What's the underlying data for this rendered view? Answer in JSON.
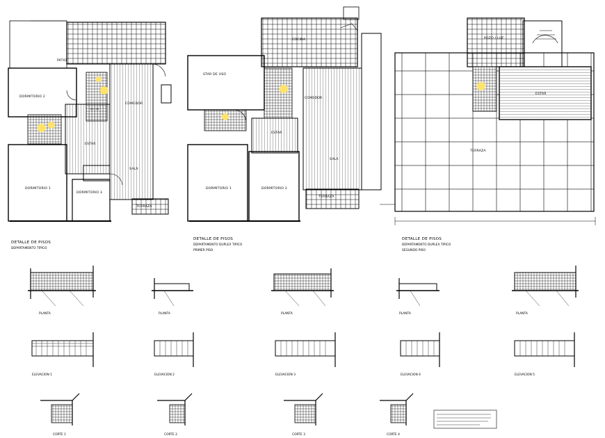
{
  "drawing": {
    "title_1": "DETALLE DE PISOS",
    "subtitle_1": "DEPARTAMENTO TIPICO",
    "title_2": "DETALLE DE PISOS",
    "subtitle_2": "DEPARTAMENTO DUPLEX TIPICO",
    "subtitle_2b": "PRIMER PISO",
    "title_3": "DETALLE DE PISOS",
    "subtitle_3": "DEPARTAMENTO DUPLEX TIPICO",
    "subtitle_3b": "SEGUNDO PISO"
  },
  "plan1": {
    "patio": "PATIO",
    "dormitorio2": "DORMITORIO 2",
    "comedor": "COMEDOR",
    "estar": "ESTAR",
    "sala": "SALA",
    "dormitorio1": "DORMITORIO 1",
    "dormitorio3": "DORMITORIO 3",
    "terraza": "TERRAZA",
    "nivel": "N+1.00"
  },
  "plan2": {
    "estar_uso": "STAR DE USO",
    "comedor": "COMEDOR",
    "cocina": "COCINA",
    "estar": "ESTAR",
    "sala": "SALA",
    "dormitorio1": "DORMITORIO 1",
    "dormitorio2": "DORMITORIO 2",
    "terraza": "TERRAZA"
  },
  "plan3": {
    "pozo": "POZO / LUZ",
    "estar": "ESTAR",
    "terraza": "TERRAZA"
  },
  "details": {
    "plantas": [
      "PLANTA",
      "PLANTA",
      "PLANTA",
      "PLANTA",
      "PLANTA"
    ],
    "elevaciones": [
      "ELEVACION 1",
      "ELEVACION 2",
      "ELEVACION 3",
      "ELEVACION 4",
      "ELEVACION 5"
    ],
    "cortes": [
      "CORTE 1",
      "CORTE 2",
      "CORTE 3",
      "CORTE 4"
    ]
  }
}
